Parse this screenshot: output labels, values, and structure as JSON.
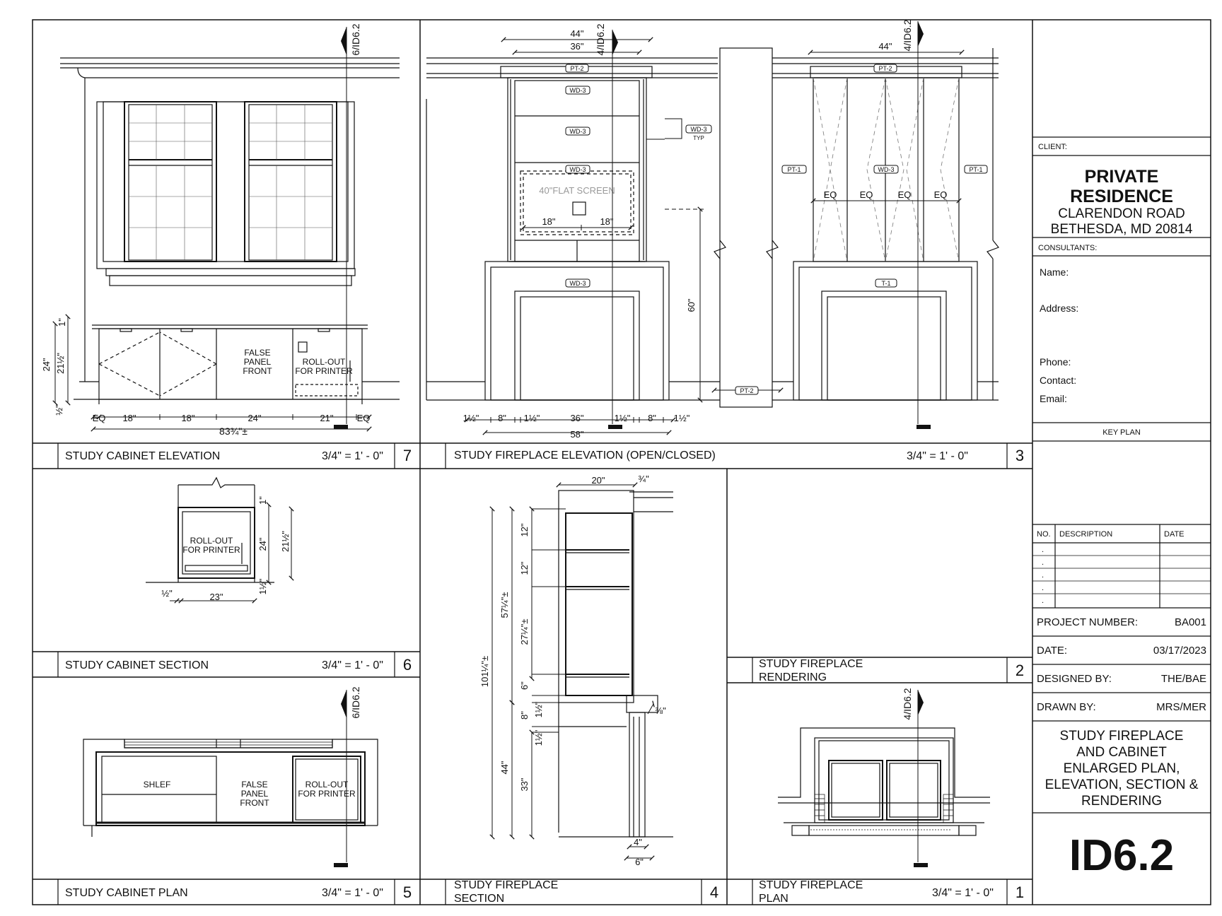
{
  "drawings": [
    {
      "title": "STUDY CABINET ELEVATION",
      "scale": "3/4\" = 1' - 0\"",
      "number": "7"
    },
    {
      "title": "STUDY FIREPLACE ELEVATION (OPEN/CLOSED)",
      "scale": "3/4\" = 1' - 0\"",
      "number": "3"
    },
    {
      "title": "STUDY CABINET SECTION",
      "scale": "3/4\" = 1' - 0\"",
      "number": "6"
    },
    {
      "title": "STUDY FIREPLACE",
      "title2": "SECTION",
      "scale": "",
      "number": "4"
    },
    {
      "title": "STUDY FIREPLACE",
      "title2": "RENDERING",
      "scale": "",
      "number": "2"
    },
    {
      "title": "STUDY CABINET PLAN",
      "scale": "3/4\" = 1' - 0\"",
      "number": "5"
    },
    {
      "title": "STUDY FIREPLACE",
      "title2": "PLAN",
      "scale": "3/4\" = 1' - 0\"",
      "number": "1"
    }
  ],
  "section_markers": {
    "m1": "6/ID6.2",
    "m2": "4/ID6.2",
    "m3": "4/ID6.2",
    "m4": "6/ID6.2",
    "m5": "4/ID6.2"
  },
  "elev7": {
    "false_panel": [
      "FALSE",
      "PANEL",
      "FRONT"
    ],
    "rollout": [
      "ROLL-OUT",
      "FOR PRINTER"
    ],
    "dims": {
      "d18a": "18\"",
      "d18b": "18\"",
      "d24": "24\"",
      "d21": "21\"",
      "eq1": "EQ",
      "eq2": "EQ",
      "total": "83¾\"±",
      "h24": "24\"",
      "h215": "21½\"",
      "h1": "1\"",
      "h05": "½\""
    }
  },
  "elev3": {
    "tags": {
      "pt2a": "PT-2",
      "wd3a": "WD-3",
      "wd3b": "WD-3",
      "wd3c": "WD-3",
      "wd3typ": "WD-3",
      "typ": "TYP",
      "wd3d": "WD-3",
      "pt1a": "PT-1",
      "wd3e": "WD-3",
      "pt1b": "PT-1",
      "pt2b": "PT-2",
      "t1": "T-1",
      "pt2c": "PT-2"
    },
    "screen": "40\"FLAT SCREEN",
    "dims": {
      "w44a": "44\"",
      "w36": "36\"",
      "w44b": "44\"",
      "s18a": "18\"",
      "s18b": "18\"",
      "h60": "60\"",
      "b15a": "1½\"",
      "b8a": "8\"",
      "b15b": "1½\"",
      "b36": "36\"",
      "b15c": "1½\"",
      "b8b": "8\"",
      "b15d": "1½\"",
      "b58": "58\"",
      "eq": [
        "EQ",
        "EQ",
        "EQ",
        "EQ"
      ]
    }
  },
  "sec6": {
    "rollout": [
      "ROLL-OUT",
      "FOR PRINTER"
    ],
    "dims": {
      "w23": "23\"",
      "h24": "24\"",
      "h215": "21½\"",
      "t1": "1\"",
      "b15": "1½\"",
      "l05": "½\""
    }
  },
  "sec4": {
    "dims": {
      "w20": "20\"",
      "w34": "¾\"",
      "s12a": "12\"",
      "s12b": "12\"",
      "h57": "57¼\"±",
      "h27": "27¼\"±",
      "h101": "101¼\"±",
      "s6": "6\"",
      "s15a": "1½\"",
      "s8": "8\"",
      "s15b": "1½\"",
      "h44": "44\"",
      "h33": "33\"",
      "d38": "⅜\"",
      "d4": "4\"",
      "d6": "6\""
    }
  },
  "plan5": {
    "shlef": "SHLEF",
    "false_panel": [
      "FALSE",
      "PANEL",
      "FRONT"
    ],
    "rollout": [
      "ROLL-OUT",
      "FOR PRINTER"
    ]
  },
  "titleblock": {
    "client_label": "CLIENT:",
    "client_name": [
      "PRIVATE",
      "RESIDENCE"
    ],
    "client_address": [
      "CLARENDON ROAD",
      "BETHESDA, MD 20814"
    ],
    "consultants_label": "CONSULTANTS:",
    "name_label": "Name:",
    "address_label": "Address:",
    "phone_label": "Phone:",
    "contact_label": "Contact:",
    "email_label": "Email:",
    "keyplan_label": "KEY PLAN",
    "rev_headers": [
      "NO.",
      "DESCRIPTION",
      "DATE"
    ],
    "rev_marks": [
      ".",
      ".",
      ".",
      ".",
      "."
    ],
    "project_number_label": "PROJECT NUMBER:",
    "project_number": "BA001",
    "date_label": "DATE:",
    "date": "03/17/2023",
    "designed_label": "DESIGNED BY:",
    "designed": "THE/BAE",
    "drawn_label": "DRAWN BY:",
    "drawn": "MRS/MER",
    "sheet_title": [
      "STUDY FIREPLACE",
      "AND CABINET",
      "ENLARGED PLAN,",
      "ELEVATION, SECTION &",
      "RENDERING"
    ],
    "sheet_number": "ID6.2"
  }
}
